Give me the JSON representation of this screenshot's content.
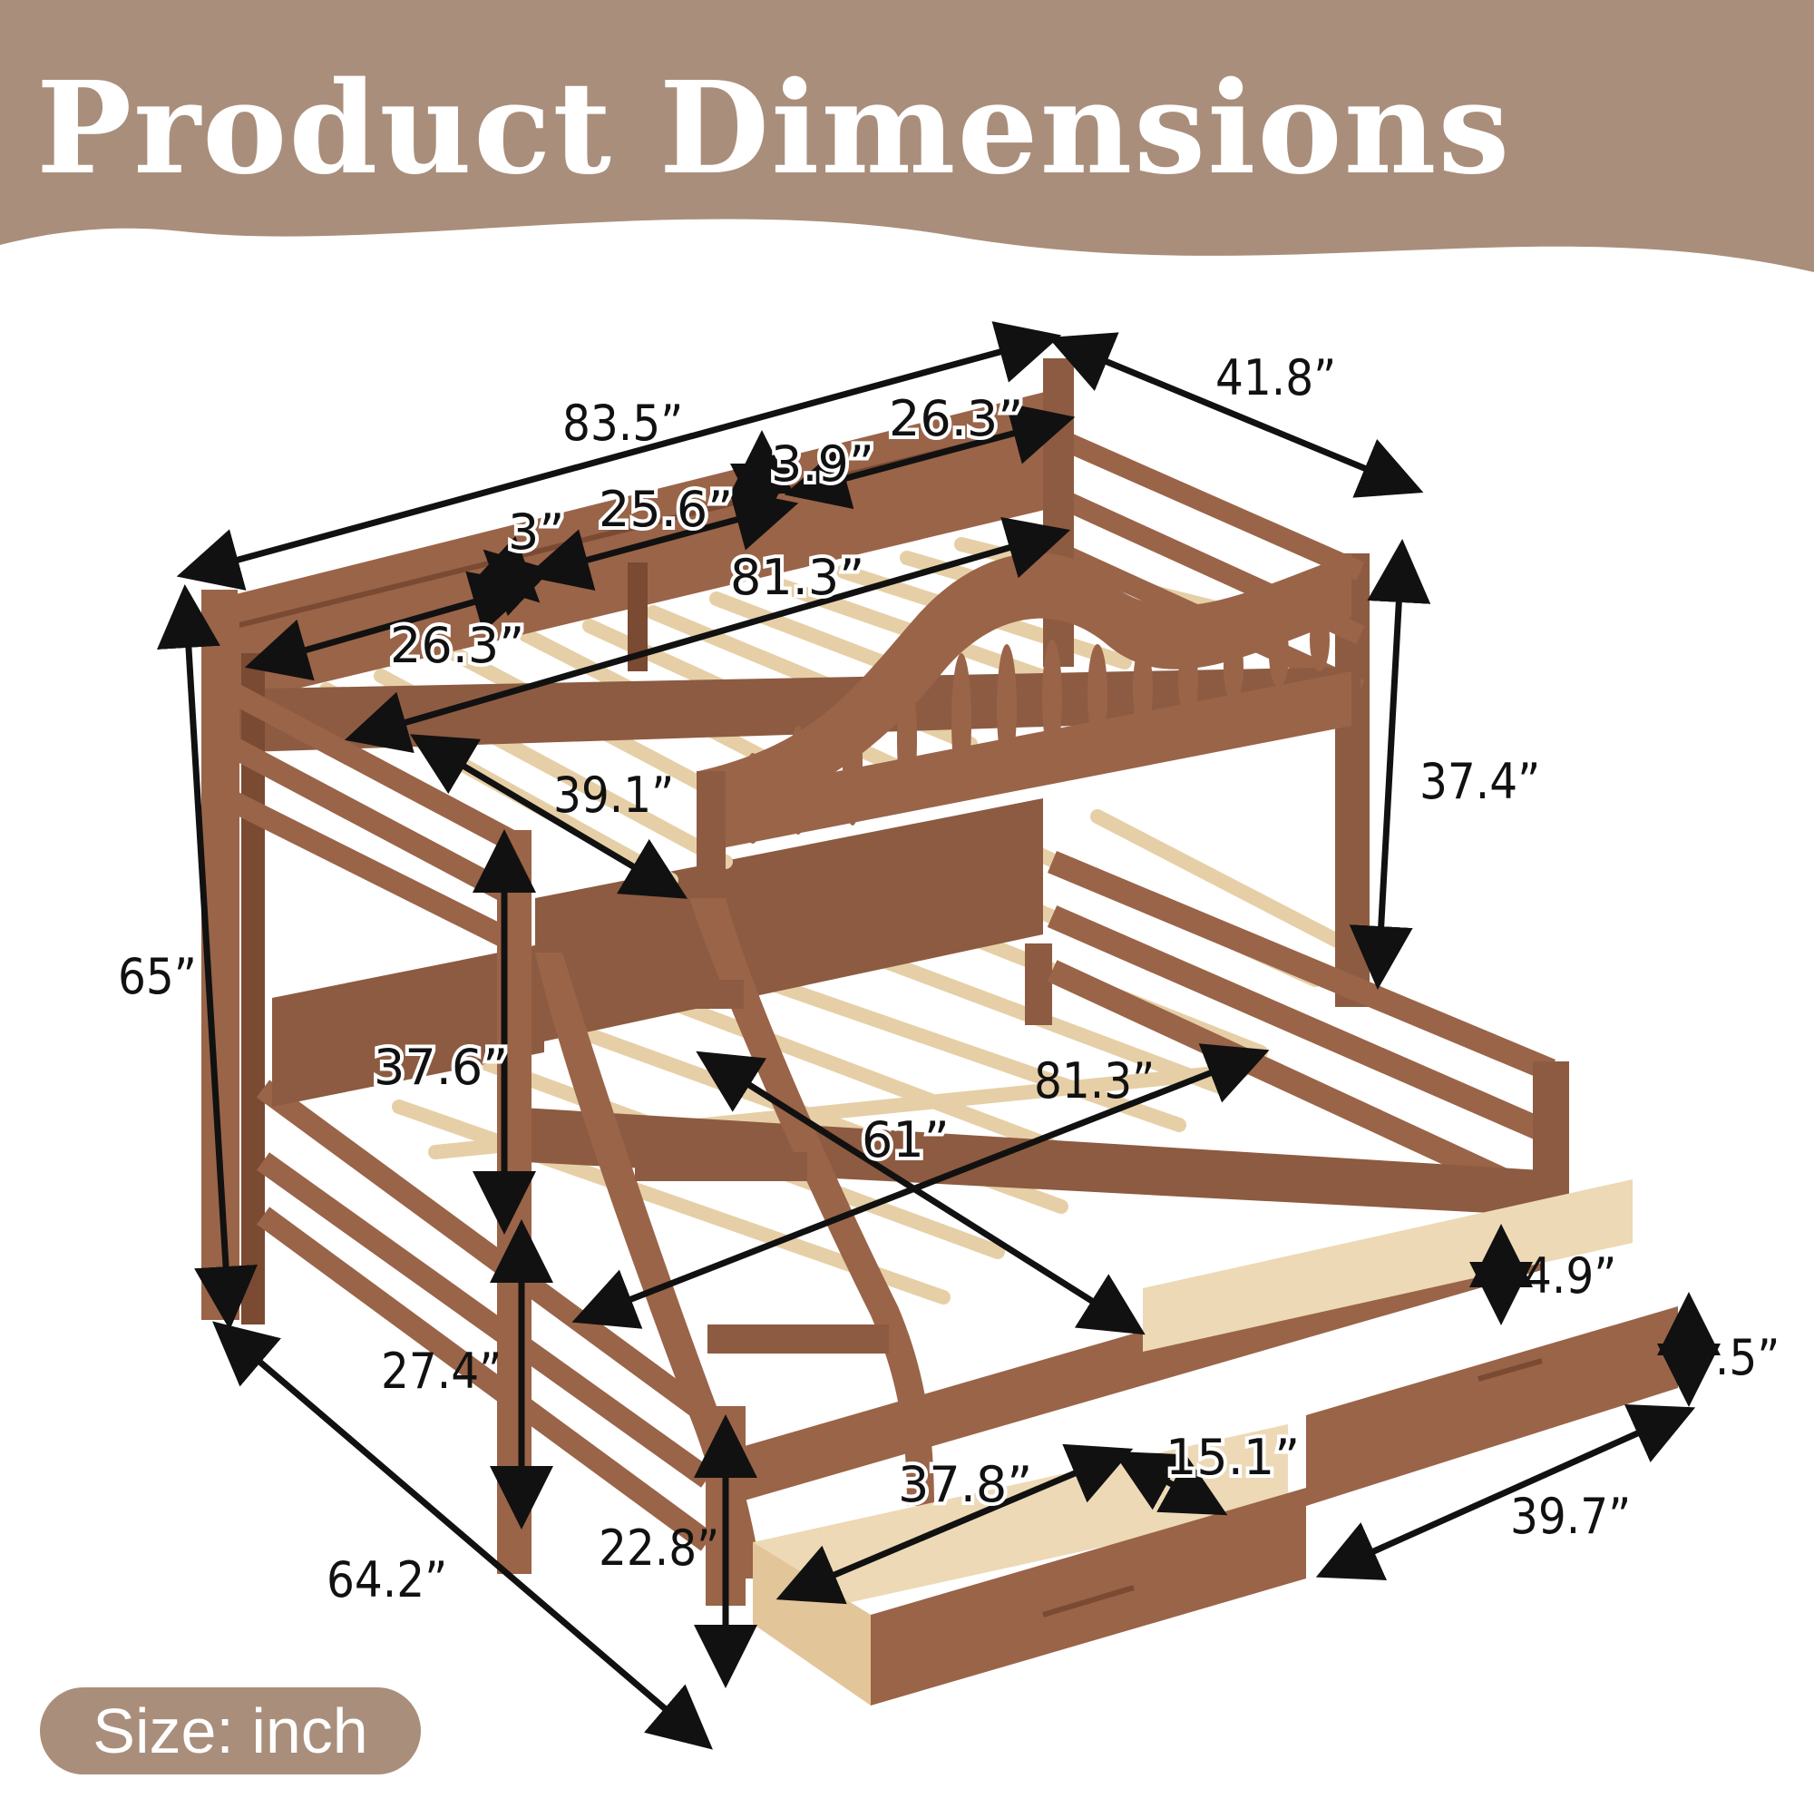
{
  "header": {
    "title": "Product Dimensions"
  },
  "footer": {
    "size_label": "Size: inch"
  },
  "colors": {
    "banner": "#a98e7b",
    "wood": "#9a6448",
    "wood_dark": "#7a4a33",
    "wood_light": "#b88360",
    "slat": "#e6cfa6",
    "drawer_inside": "#edd9b5",
    "arrow": "#111111"
  },
  "dimensions": {
    "total_length": "83.5”",
    "total_width": "41.8”",
    "headboard_shelf_right": "26.3”",
    "headboard_shelf_left": "26.3”",
    "shelf_depth": "3.9”",
    "shelf_middle": "25.6”",
    "shelf_gap": "3”",
    "top_bunk_length": "81.3”",
    "top_bunk_width": "39.1”",
    "top_bunk_clearance": "37.4”",
    "total_height": "65”",
    "ladder_height": "37.6”",
    "bottom_bunk_length": "81.3”",
    "bottom_bunk_width": "61”",
    "bottom_headboard_height": "27.4”",
    "bottom_total_width": "64.2”",
    "bottom_side_height": "22.8”",
    "drawer_length": "37.8”",
    "drawer_width": "15.1”",
    "drawer_right_length": "39.7”",
    "drawer_height": "7.5”",
    "drawer_gap": "4.9”"
  }
}
